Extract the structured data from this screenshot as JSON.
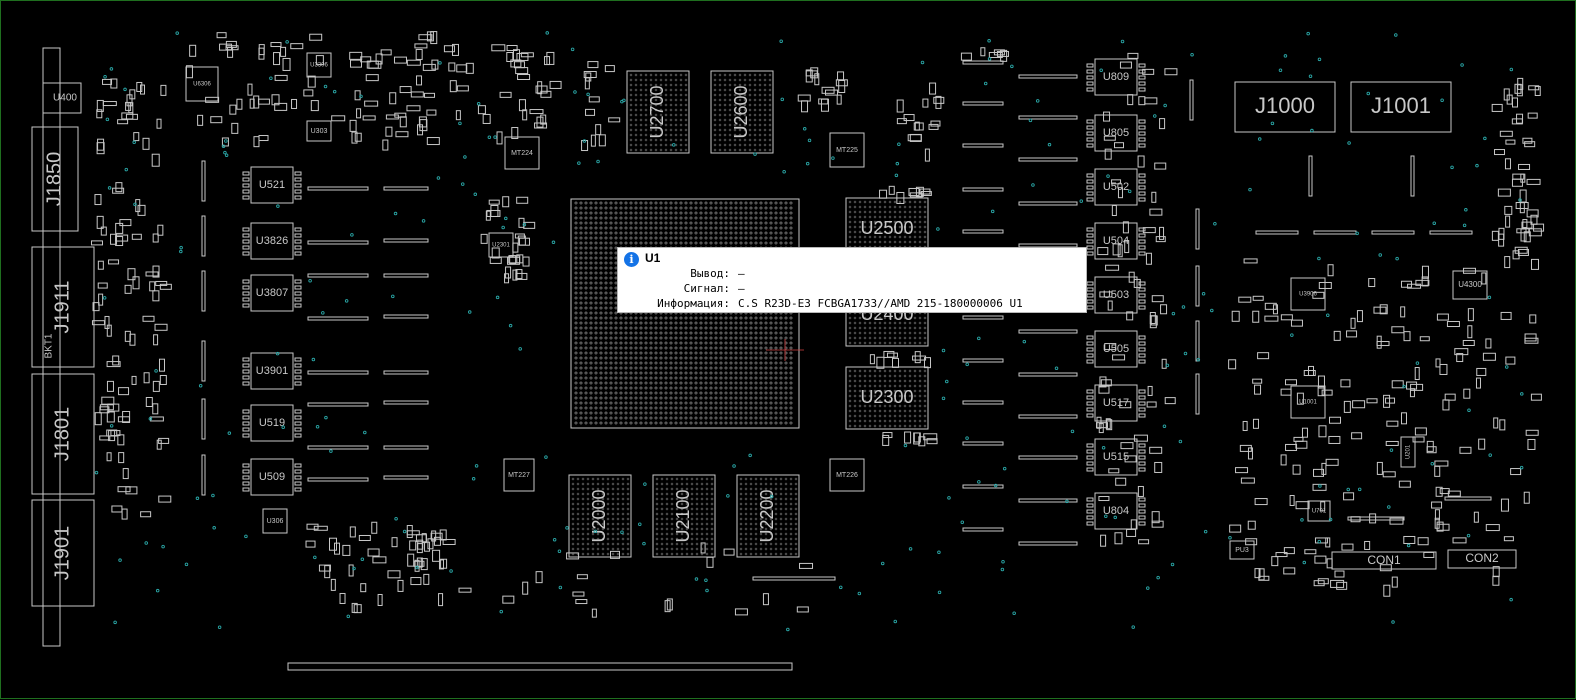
{
  "board": {
    "colors": {
      "background": "#000000",
      "outline": "#c8c8c8",
      "via": "#2aa7a7",
      "frame": "#1f6f1f",
      "marker": "#d04040"
    },
    "connectors": [
      "U400",
      "J1850",
      "J1911",
      "BKT1",
      "J1801",
      "J1901",
      "J1000",
      "J1001",
      "CON1",
      "CON2"
    ],
    "chips": [
      "U2700",
      "U2600",
      "U2500",
      "U2400",
      "U2300",
      "U2000",
      "U2100",
      "U2200"
    ],
    "regulators_left": [
      "U521",
      "U3826",
      "U3807",
      "U3901",
      "U519",
      "U509",
      "U306",
      "U3306",
      "U303"
    ],
    "regulators_right": [
      "U809",
      "U805",
      "U502",
      "U504",
      "U503",
      "U505",
      "U517",
      "U515",
      "U804"
    ],
    "misc_labels": [
      "MT224",
      "MT225",
      "MT227",
      "MT226",
      "U4300",
      "U201",
      "U3906",
      "U1001",
      "U701",
      "PU3",
      "U6306",
      "U2301"
    ]
  },
  "tooltip": {
    "icon": "info-icon",
    "title": "U1",
    "rows": [
      {
        "key": "Вывод:",
        "value": "—"
      },
      {
        "key": "Сигнал:",
        "value": "—"
      },
      {
        "key": "Информация:",
        "value": "C.S R23D-E3 FCBGA1733//AMD 215-180000006 U1"
      }
    ]
  }
}
